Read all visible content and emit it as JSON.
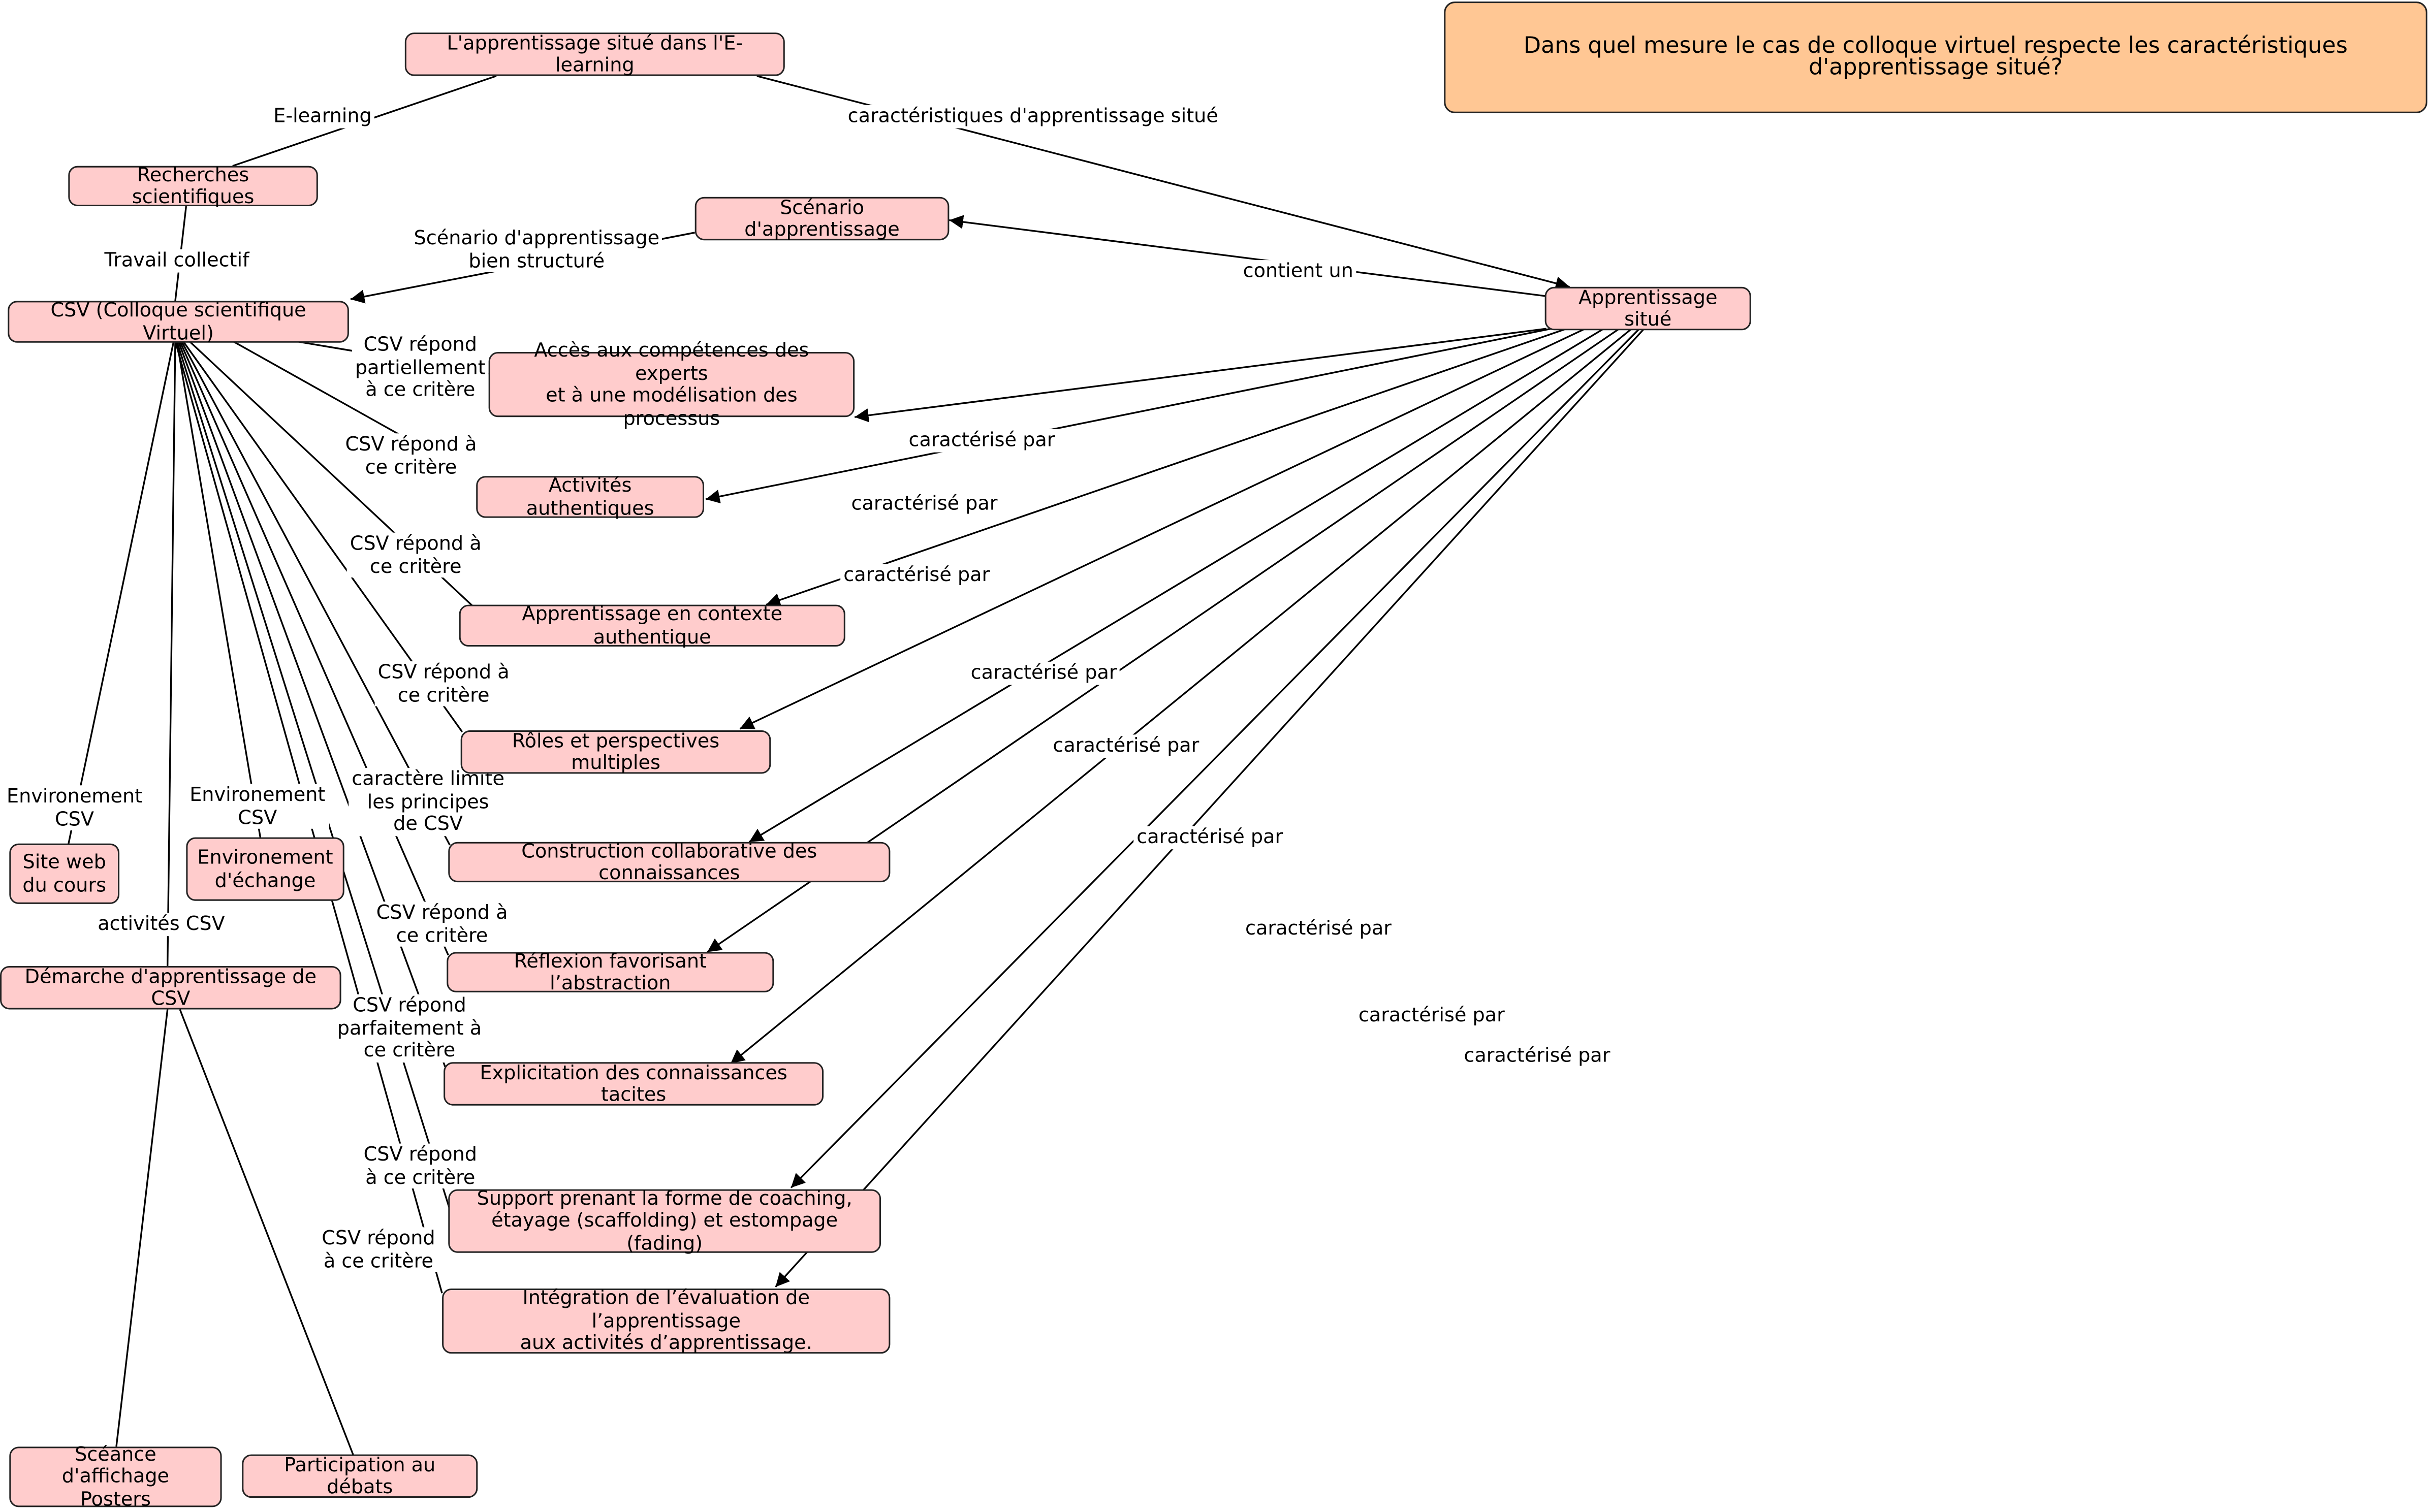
{
  "question": "Dans quel mesure le cas de colloque virtuel respecte les caractéristiques d'apprentissage situé?",
  "nodes": {
    "elearning": "L'apprentissage situé dans l'E-learning",
    "recherches": "Recherches scientifiques",
    "scenario": "Scénario d'apprentissage",
    "csv": "CSV (Colloque scientifique Virtuel)",
    "apprentissage_situe": "Apprentissage situé",
    "acces": "Accès aux compétences des experts\net à une modélisation des processus",
    "activites": "Activités authentiques",
    "contexte": "Apprentissage en contexte authentique",
    "roles": "Rôles et perspectives multiples",
    "construction": "Construction collaborative des connaissances",
    "reflexion": "Réflexion favorisant l’abstraction",
    "explicitation": "Explicitation des connaissances tacites",
    "support": "Support prenant la forme de coaching,\nétayage (scaffolding) et estompage (fading)",
    "integration": "Intégration de l’évaluation de l’apprentissage\naux activités d’apprentissage.",
    "site_web": "Site web\ndu cours",
    "env_echange": "Environement\nd'échange",
    "demarche": "Démarche d'apprentissage de CSV",
    "affichage": "Scéance d'affichage\nPosters",
    "debats": "Participation au débats"
  },
  "edge_labels": {
    "e_learning": "E-learning",
    "caracteristiques": "caractéristiques d'apprentissage situé",
    "travail_collectif": "Travail collectif",
    "scenario_bien": "Scénario d'apprentissage\nbien structuré",
    "contient_un": "contient un",
    "caracterise_par": "caractérisé par",
    "csv_partiellement": "CSV répond\npartiellement\nà ce critère",
    "csv_repond_a": "CSV répond à\nce critère",
    "csv_repond_a2": "CSV répond à\nce critère",
    "csv_repond_a3": "CSV répond à\nce critère",
    "caractere_limite": "caractère limite\nles principes\nde CSV",
    "csv_repond_a4": "CSV répond à\nce critère",
    "csv_parfaitement": "CSV répond\nparfaitement à\nce critère",
    "csv_repond_ce": "CSV répond\nà ce critère",
    "csv_repond_ce2": "CSV répond\nà ce critère",
    "environement_csv": "Environement\nCSV",
    "environement_csv2": "Environement\nCSV",
    "activites_csv": "activités CSV"
  },
  "colors": {
    "node_fill": "#ffcccc",
    "question_fill": "#ffc794",
    "stroke": "#222222"
  }
}
